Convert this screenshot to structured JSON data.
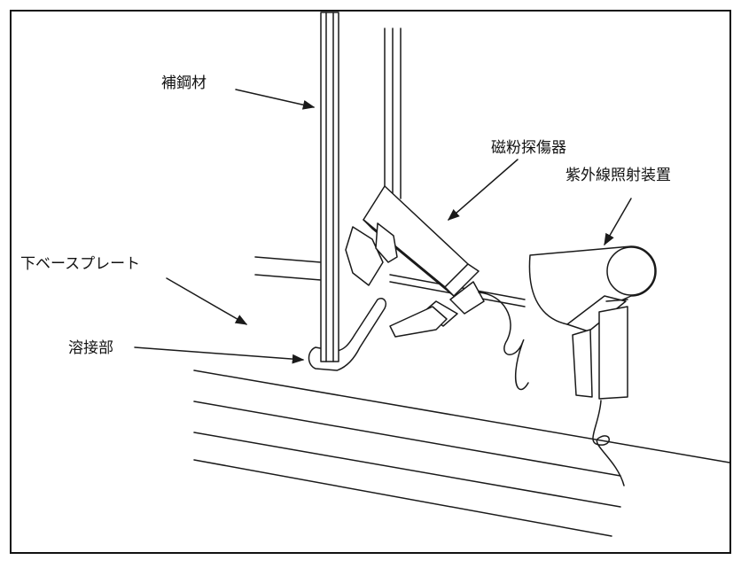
{
  "labels": {
    "stiffener": "補鋼材",
    "mt_tester": "磁粉探傷器",
    "uv_device": "紫外線照射装置",
    "base_plate": "下ベースプレート",
    "weld": "溶接部"
  },
  "colors": {
    "line": "#1a1a1a",
    "background": "#ffffff"
  }
}
